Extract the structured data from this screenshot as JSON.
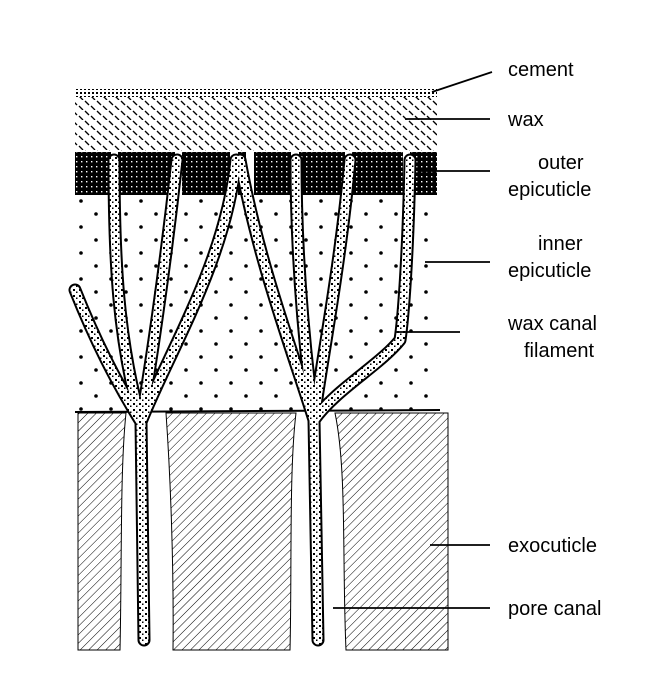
{
  "labels": {
    "cement": "cement",
    "wax": "wax",
    "outer_epicuticle": [
      "outer",
      "epicuticle"
    ],
    "inner_epicuticle": [
      "inner",
      "epicuticle"
    ],
    "wax_canal_filament": [
      "wax canal",
      "filament"
    ],
    "exocuticle": "exocuticle",
    "pore_canal": "pore canal"
  },
  "colors": {
    "ink": "#000000",
    "background": "#ffffff"
  }
}
